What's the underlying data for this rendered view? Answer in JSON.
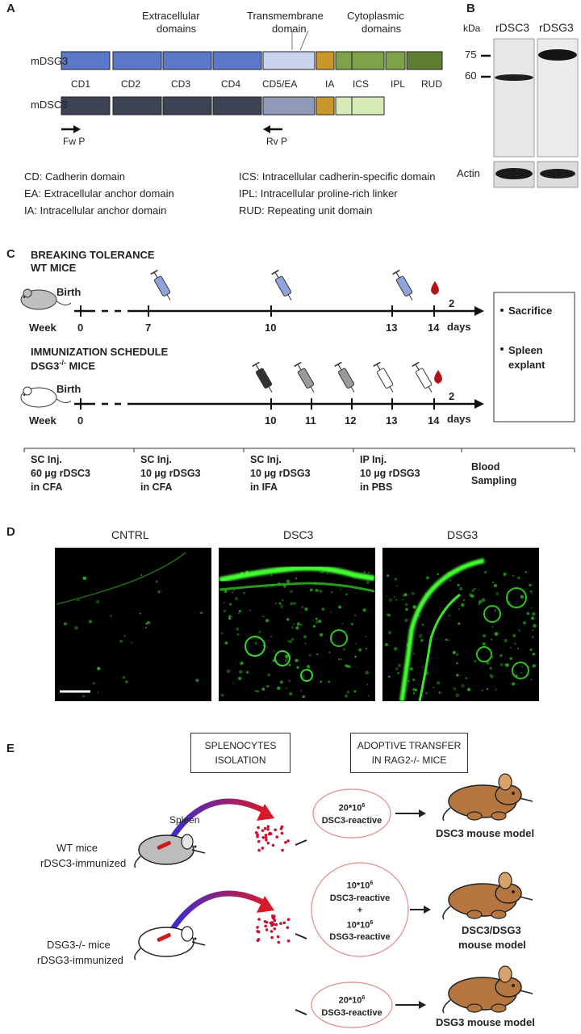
{
  "panelA": {
    "label": "A",
    "headers": {
      "extracellular_l1": "Extracellular",
      "extracellular_l2": "domains",
      "transmembrane_l1": "Transmembrane",
      "transmembrane_l2": "domain",
      "cytoplasmic_l1": "Cytoplasmic",
      "cytoplasmic_l2": "domains"
    },
    "row1_name": "mDSG3",
    "row2_name": "mDSC3",
    "domains": [
      "CD1",
      "CD2",
      "CD3",
      "CD4",
      "CD5/EA",
      "IA",
      "ICS",
      "IPL",
      "RUD"
    ],
    "primer_fw": "Fw P",
    "primer_rv": "Rv P",
    "legend_left": [
      "CD: Cadherin domain",
      "EA: Extracellular anchor domain",
      "IA: Intracellular anchor domain"
    ],
    "legend_right": [
      "ICS: Intracellular cadherin-specific domain",
      "IPL: Intracellular proline-rich linker",
      "RUD: Repeating unit domain"
    ],
    "colors": {
      "dsg3_cd": "#5b79c8",
      "dsg3_cd5": "#c9d3ee",
      "tm": "#c9962a",
      "dsg3_cyto": "#7ea24a",
      "dsg3_rud": "#5d7e33",
      "dsc3_cd": "#3c4354",
      "dsc3_cd5": "#8e9ab8",
      "dsc3_cyto": "#d6ebb6"
    }
  },
  "panelB": {
    "label": "B",
    "unit": "kDa",
    "lane1": "rDSC3",
    "lane2": "rDSG3",
    "marker_75": "75",
    "marker_60": "60",
    "actin": "Actin"
  },
  "panelC": {
    "label": "C",
    "title1_l1": "BREAKING TOLERANCE",
    "title1_l2": "WT MICE",
    "title2_l1": "IMMUNIZATION SCHEDULE",
    "title2_l2_pre": "DSG3",
    "title2_l2_sup": "-/-",
    "title2_l2_post": " MICE",
    "birth": "Birth",
    "week": "Week",
    "ticks1": [
      "0",
      "7",
      "10",
      "13",
      "14"
    ],
    "ticks2": [
      "0",
      "10",
      "11",
      "12",
      "13",
      "14"
    ],
    "days_l1": "2",
    "days_l2": "days",
    "outcome1": "Sacrifice",
    "outcome2_l1": "Spleen",
    "outcome2_l2": "explant",
    "legend": [
      {
        "l1": "SC Inj.",
        "l2": "60 µg rDSC3",
        "l3": "in CFA",
        "syringe": "#8fa4d8"
      },
      {
        "l1": "SC Inj.",
        "l2": "10 µg rDSG3",
        "l3": "in CFA",
        "syringe": "#333333"
      },
      {
        "l1": "SC Inj.",
        "l2": "10 µg rDSG3",
        "l3": "in IFA",
        "syringe": "#9a9a9a"
      },
      {
        "l1": "IP Inj.",
        "l2": "10 µg rDSG3",
        "l3": "in PBS",
        "syringe": "#ffffff"
      },
      {
        "l1": "Blood",
        "l2": "Sampling",
        "l3": "",
        "syringe": ""
      }
    ],
    "blood_color": "#b3121b"
  },
  "panelD": {
    "label": "D",
    "titles": [
      "CNTRL",
      "DSC3",
      "DSG3"
    ],
    "fluor_color": "#33ee22"
  },
  "panelE": {
    "label": "E",
    "box1_l1": "SPLENOCYTES",
    "box1_l2": "ISOLATION",
    "box2_l1": "ADOPTIVE TRANSFER",
    "box2_l2": "IN RAG2-/- MICE",
    "spleen": "Spleen",
    "wt_l1": "WT mice",
    "wt_l2": "rDSC3-immunized",
    "ko_l1": "DSG3-/- mice",
    "ko_l2": "rDSG3-immunized",
    "e1_l1": "20*10",
    "e1_sup": "6",
    "e1_l2": "DSC3-reactive",
    "e2_l1": "10*10",
    "e2_sup": "6",
    "e2_l2": "DSC3-reactive",
    "e2_plus": "+",
    "e2_l3": "10*10",
    "e2_sup2": "6",
    "e2_l4": "DSG3-reactive",
    "e3_l1": "20*10",
    "e3_sup": "6",
    "e3_l2": "DSG3-reactive",
    "model1": "DSC3 mouse model",
    "model2_l1": "DSC3/DSG3",
    "model2_l2": "mouse model",
    "model3": "DSG3 mouse model"
  }
}
